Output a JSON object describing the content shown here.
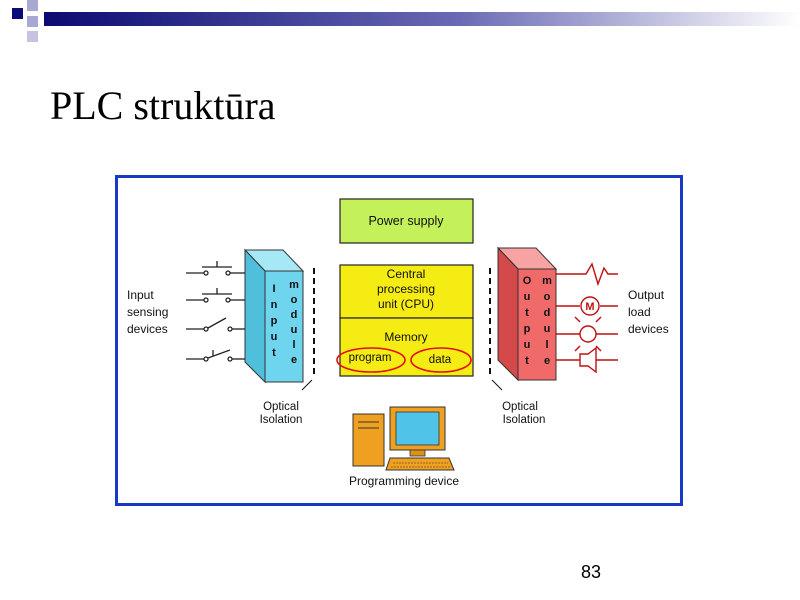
{
  "slide": {
    "title": "PLC struktūra",
    "page_number": "83"
  },
  "diagram": {
    "power_supply": "Power supply",
    "cpu_lines": [
      "Central",
      "processing",
      "unit (CPU)"
    ],
    "memory": "Memory",
    "program": "program",
    "data": "data",
    "input_module_letters": [
      "I",
      "n",
      "p",
      "u",
      "t"
    ],
    "input_module_letters2": [
      "m",
      "o",
      "d",
      "u",
      "l",
      "e"
    ],
    "output_module_letters": [
      "O",
      "u",
      "t",
      "p",
      "u",
      "t"
    ],
    "output_module_letters2": [
      "m",
      "o",
      "d",
      "u",
      "l",
      "e"
    ],
    "input_label_lines": [
      "Input",
      "sensing",
      "devices"
    ],
    "output_label_lines": [
      "Output",
      "load",
      "devices"
    ],
    "optical_left_lines": [
      "Optical",
      "Isolation"
    ],
    "optical_right_lines": [
      "Optical",
      "Isolation"
    ],
    "programming_device": "Programming device",
    "motor_symbol": "M"
  },
  "colors": {
    "frame": "#1a38c6",
    "power_supply": "#c4f05a",
    "cpu_memory": "#f5ec14",
    "input_module": "#6fd4ee",
    "output_module": "#f06a6a",
    "highlight_ellipse": "#e01010"
  }
}
